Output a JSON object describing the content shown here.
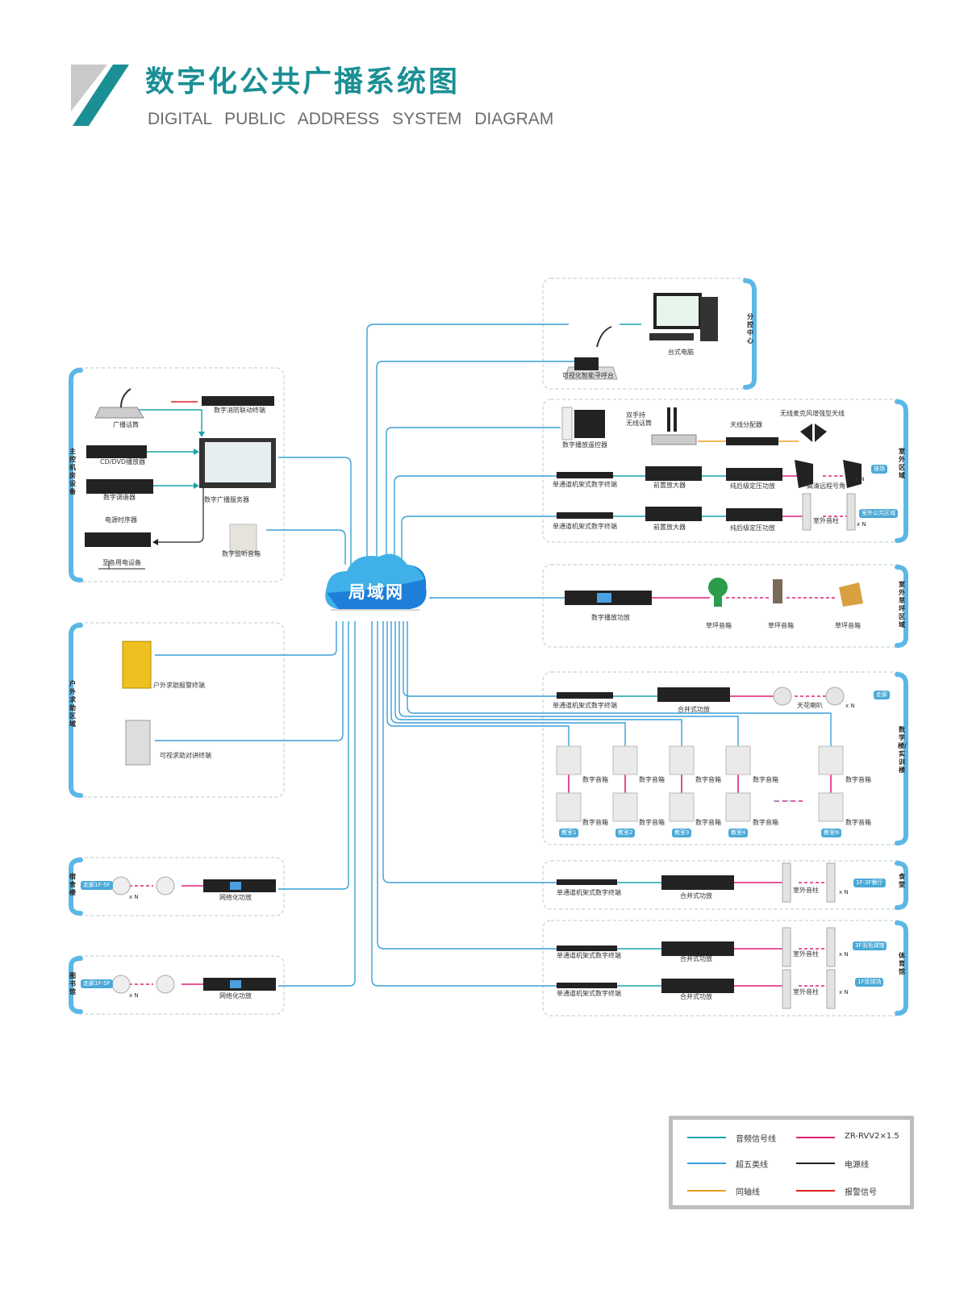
{
  "header": {
    "title_zh": "数字化公共广播系统图",
    "title_en": "DIGITAL PUBLIC ADDRESS SYSTEM DIAGRAM"
  },
  "colors": {
    "accent": "#1a8f94",
    "audio": "#1aa3a8",
    "cat5": "#3a9fd8",
    "coax": "#f0a020",
    "rvv": "#e0207a",
    "power": "#222222",
    "alarm": "#e02020",
    "region_border": "#5bb8e6"
  },
  "center": {
    "label": "局域网"
  },
  "regions": {
    "control": "分控中心",
    "main": "主控机房设备",
    "outdoor": "室外区域",
    "lawn": "室外草坪区域",
    "help": "户外求助区域",
    "teaching": "数学楼/实训楼",
    "dorm": "宿舍楼",
    "library": "图书馆",
    "canteen": "食堂",
    "gym": "体育馆"
  },
  "labels": {
    "desktop_pc": "台式电脑",
    "smart_console": "可视化智能寻呼台",
    "paging_mic": "广播话筒",
    "fire_terminal": "数字消防联动终端",
    "cd_player": "CD/DVD播放器",
    "tuner": "数字调谐器",
    "power_seq": "电源时序器",
    "to_power": "至各用电设备",
    "broadcast_server": "数字广播服务器",
    "monitor_speaker": "数字监听音箱",
    "playback_ctrl": "数字播放遥控器",
    "handheld_mic": "双手持\n无线话筒",
    "antenna_splitter": "天线分配器",
    "wireless_antenna": "无线麦克风增强型天线",
    "single_terminal": "单通道机架式数字终端",
    "preamp": "前置放大器",
    "post_amp": "纯后级定压功放",
    "horn": "高清远程号角",
    "outdoor_column": "室外音柱",
    "xn": "x N",
    "playground": "操场",
    "outdoor_public": "室外公共区域",
    "digital_amp": "数字播放功放",
    "lawn_speaker": "草坪音箱",
    "outdoor_alarm": "户外求助报警终端",
    "visual_intercom": "可视求助对讲终端",
    "mixer_amp": "合并式功放",
    "ceiling_speaker": "天花喇叭",
    "corridor": "走廊",
    "digital_speaker": "数字音箱",
    "classroom1": "教室1",
    "classroom2": "教室2",
    "classroom3": "教室3",
    "classroom4": "教室4",
    "classroomN": "教室N",
    "network_amp": "网络化功放",
    "corridor_1f5f": "走廊1F-5F",
    "canteen_hall": "1F-3F餐厅",
    "badminton": "3F羽毛球馆",
    "basketball": "1F篮球场",
    "dash": "— · —"
  },
  "legend": [
    {
      "label": "音频信号线",
      "color": "#1aa3a8"
    },
    {
      "label": "ZR-RVV2×1.5",
      "color": "#e0207a"
    },
    {
      "label": "超五类线",
      "color": "#3a9fd8"
    },
    {
      "label": "电源线",
      "color": "#222222"
    },
    {
      "label": "同轴线",
      "color": "#f0a020"
    },
    {
      "label": "报警信号",
      "color": "#e02020"
    }
  ]
}
